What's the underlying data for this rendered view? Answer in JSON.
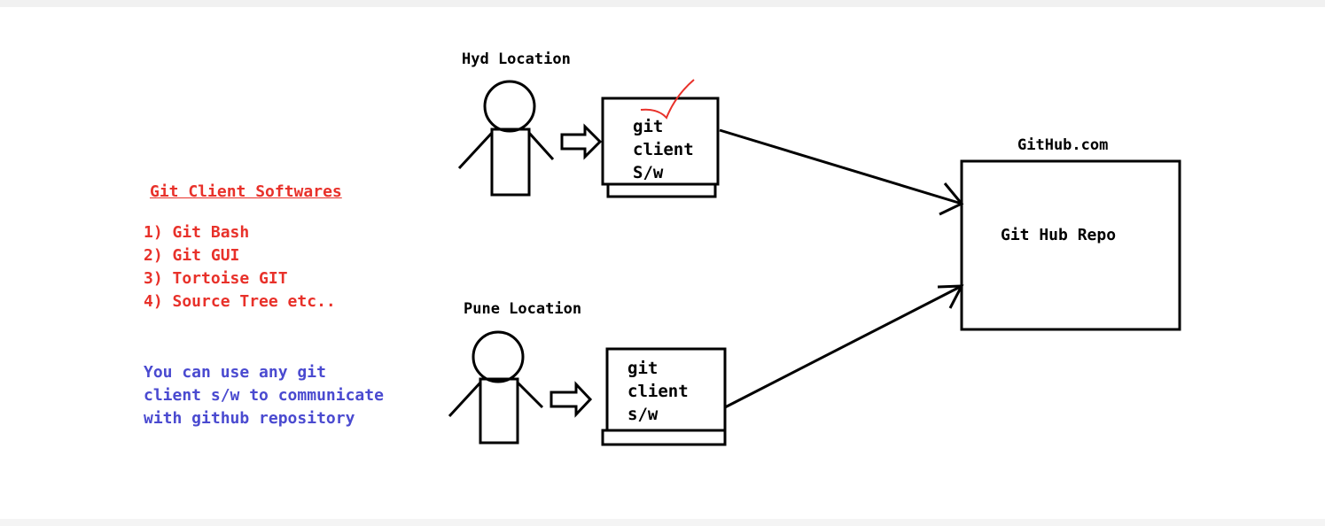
{
  "hyd": {
    "location": "Hyd Location",
    "client_lines": [
      "git",
      "client",
      "S/w"
    ]
  },
  "pune": {
    "location": "Pune Location",
    "client_lines": [
      "git",
      "client",
      "s/w"
    ]
  },
  "github": {
    "domain": "GitHub.com",
    "repo": "Git Hub Repo"
  },
  "softwares": {
    "heading": "Git Client Softwares",
    "items": [
      "1) Git Bash",
      "2) Git GUI",
      "3) Tortoise GIT",
      "4) Source Tree etc.."
    ]
  },
  "note_lines": [
    "You can use any git",
    "client s/w to communicate",
    "with github repository"
  ],
  "colors": {
    "red": "#e8312a",
    "blue": "#4a4ad0",
    "ink": "#000000"
  }
}
